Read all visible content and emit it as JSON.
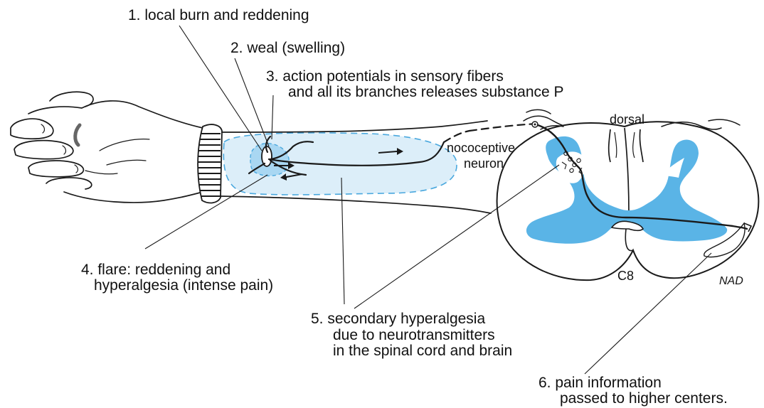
{
  "labels": {
    "step1": "1. local burn and reddening",
    "step2": "2.  weal (swelling)",
    "step3_line1": "3. action potentials in sensory fibers",
    "step3_line2": "and all its branches releases substance P",
    "step4_line1": "4. flare: reddening and",
    "step4_line2": "hyperalgesia (intense pain)",
    "step5_line1": "5. secondary hyperalgesia",
    "step5_line2": "due to neurotransmitters",
    "step5_line3": "in the spinal cord and brain",
    "step6_line1": "6. pain information",
    "step6_line2": "passed to higher centers.",
    "dorsal": "dorsal",
    "nociceptive_line1": "nococeptive",
    "nociceptive_line2": "neuron",
    "segment": "C8",
    "signature": "NAD"
  },
  "colors": {
    "flare_fill": "#dceef9",
    "flare_stroke": "#4aa8de",
    "grey_matter": "#5ab4e6",
    "weal": "#a9d7f2",
    "outline": "#1a1a1a"
  }
}
